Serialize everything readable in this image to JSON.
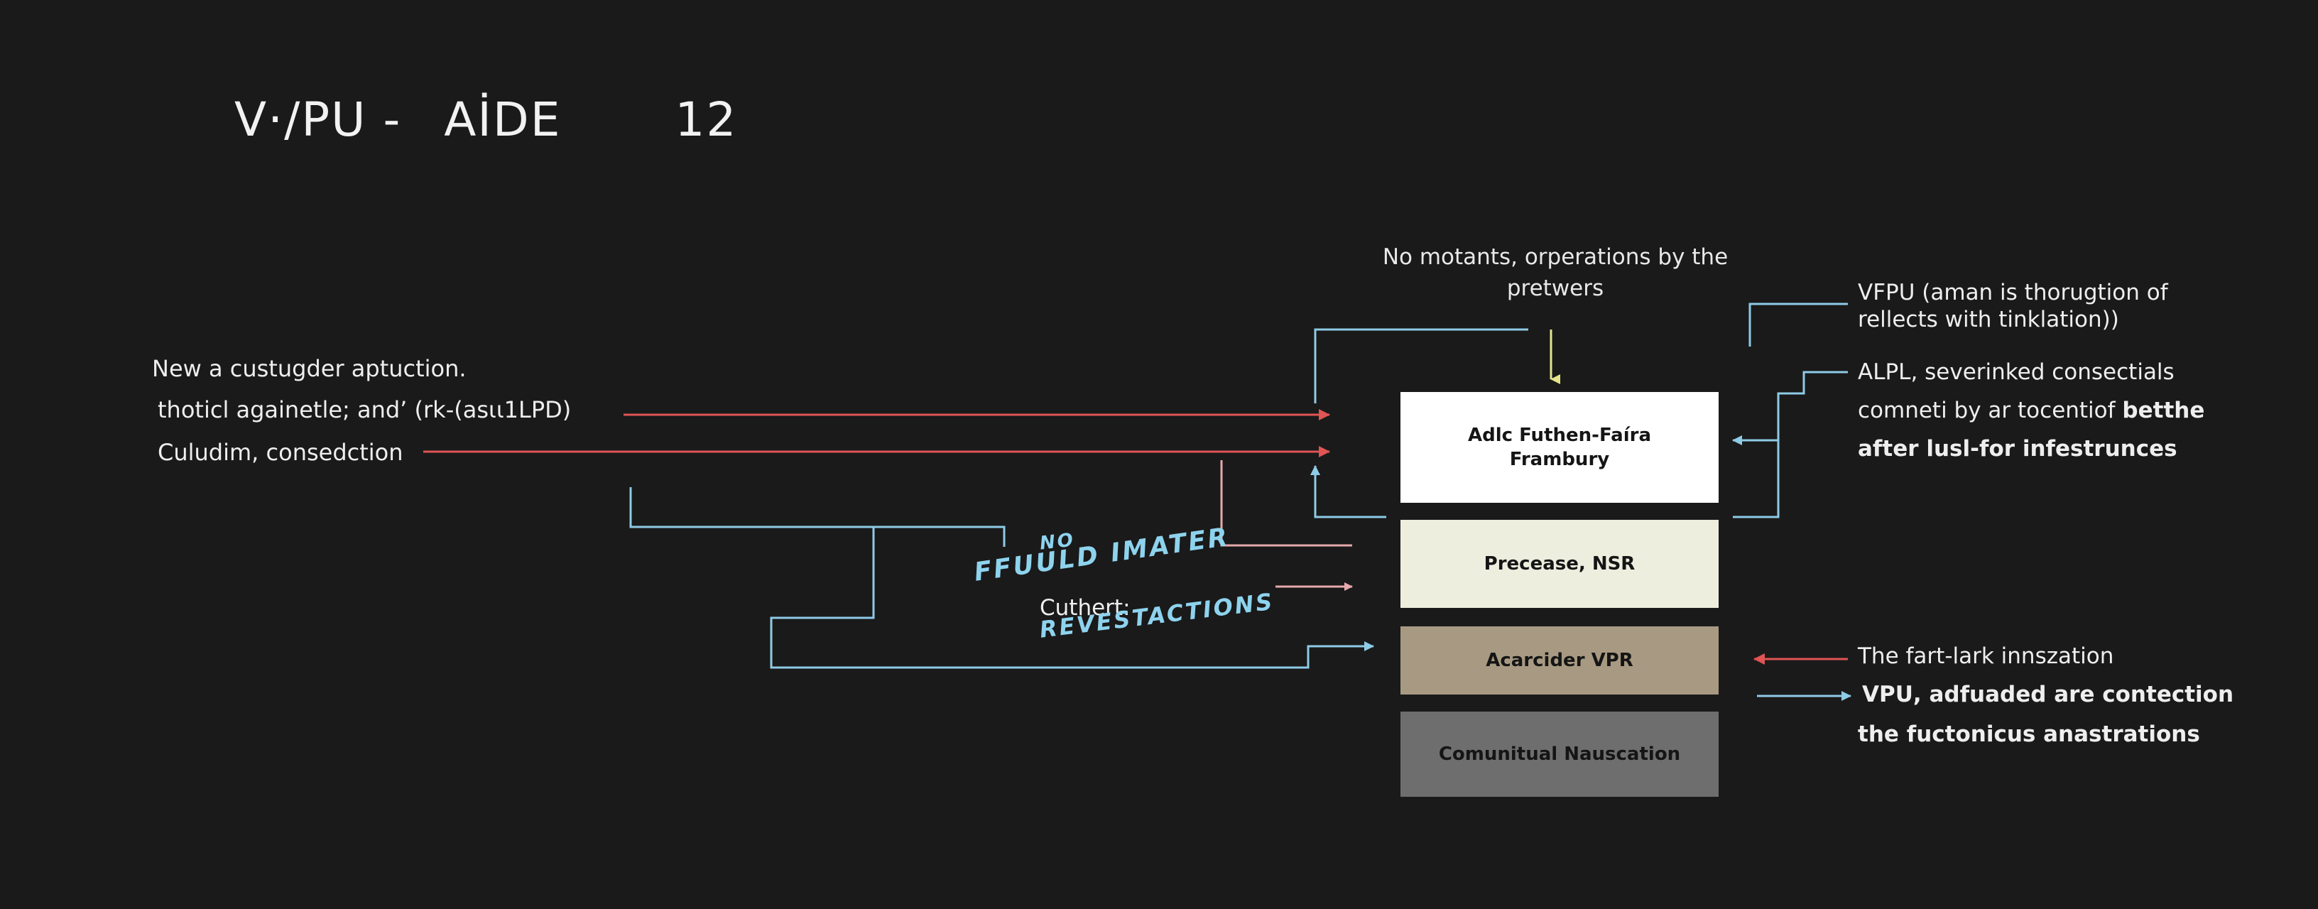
{
  "title": {
    "part1": "V·/PU -",
    "part2": "AİDE",
    "part3": "12"
  },
  "left_texts": [
    "New a  custugder aptuction.",
    "thoticl againetle; and’ (rk-(asιι1LPD)",
    "Culudim, consedction"
  ],
  "top_note": "No motants, orperations by the pretwers",
  "right_upper": [
    "VFPU (aman is thorugtion of",
    "rellects with tinklation))"
  ],
  "right_middle": {
    "line1": "ALPL, severinked consectials",
    "line2_a": "comneti by ar tocentiof ",
    "line2_b": "betthe",
    "line3": "after lusl-for infestrunces"
  },
  "handwritten": {
    "no": "NO",
    "ffuuld": "FFUULD IMATER",
    "cuthert": "Cuthert:",
    "revestactions": "REVESTACTIONS"
  },
  "boxes": [
    {
      "label": "Adlc Futhen-Faíra Frambury",
      "color": "#ffffff"
    },
    {
      "label": "Precease, NSR",
      "color": "#edeede"
    },
    {
      "label": "Acarcider VPR",
      "color": "#a89a82"
    },
    {
      "label": "Comunitual Nauscation",
      "color": "#6e6e6e"
    }
  ],
  "right_lower": [
    "The fart-lark innszation",
    "VPU, adfuaded are contection",
    "the fuctonicus anastrations"
  ],
  "colors": {
    "background": "#1a1a1a",
    "red_arrow": "#e05454",
    "blue_line": "#8ecbe6",
    "yellow_arrow": "#e4e48c",
    "pink_line": "#e6a8ac"
  }
}
